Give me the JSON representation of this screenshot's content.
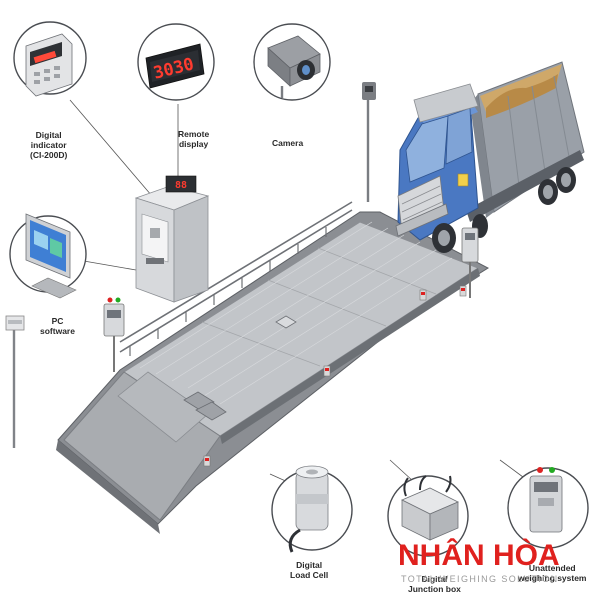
{
  "remote_display": {
    "digits": "3030"
  },
  "labels": {
    "digital_indicator": [
      "Digital",
      "indicator",
      "(CI-200D)"
    ],
    "remote_display": [
      "Remote",
      "display"
    ],
    "camera": [
      "Camera"
    ],
    "pc_software": [
      "PC",
      "software"
    ],
    "load_cell": [
      "Digital",
      "Load Cell"
    ],
    "junction_box": [
      "Digital",
      "Junction box"
    ],
    "unattended": [
      "Unattended",
      "weighing system"
    ]
  },
  "brand": {
    "name": "NHÂN HÒA",
    "tagline": "TOTAL WEIGHING SOLUTION"
  },
  "colors": {
    "brand_red": "#e0211e",
    "truck_blue": "#4a78c2",
    "platform": "#b9bcc0",
    "pit": "#7d8085"
  }
}
